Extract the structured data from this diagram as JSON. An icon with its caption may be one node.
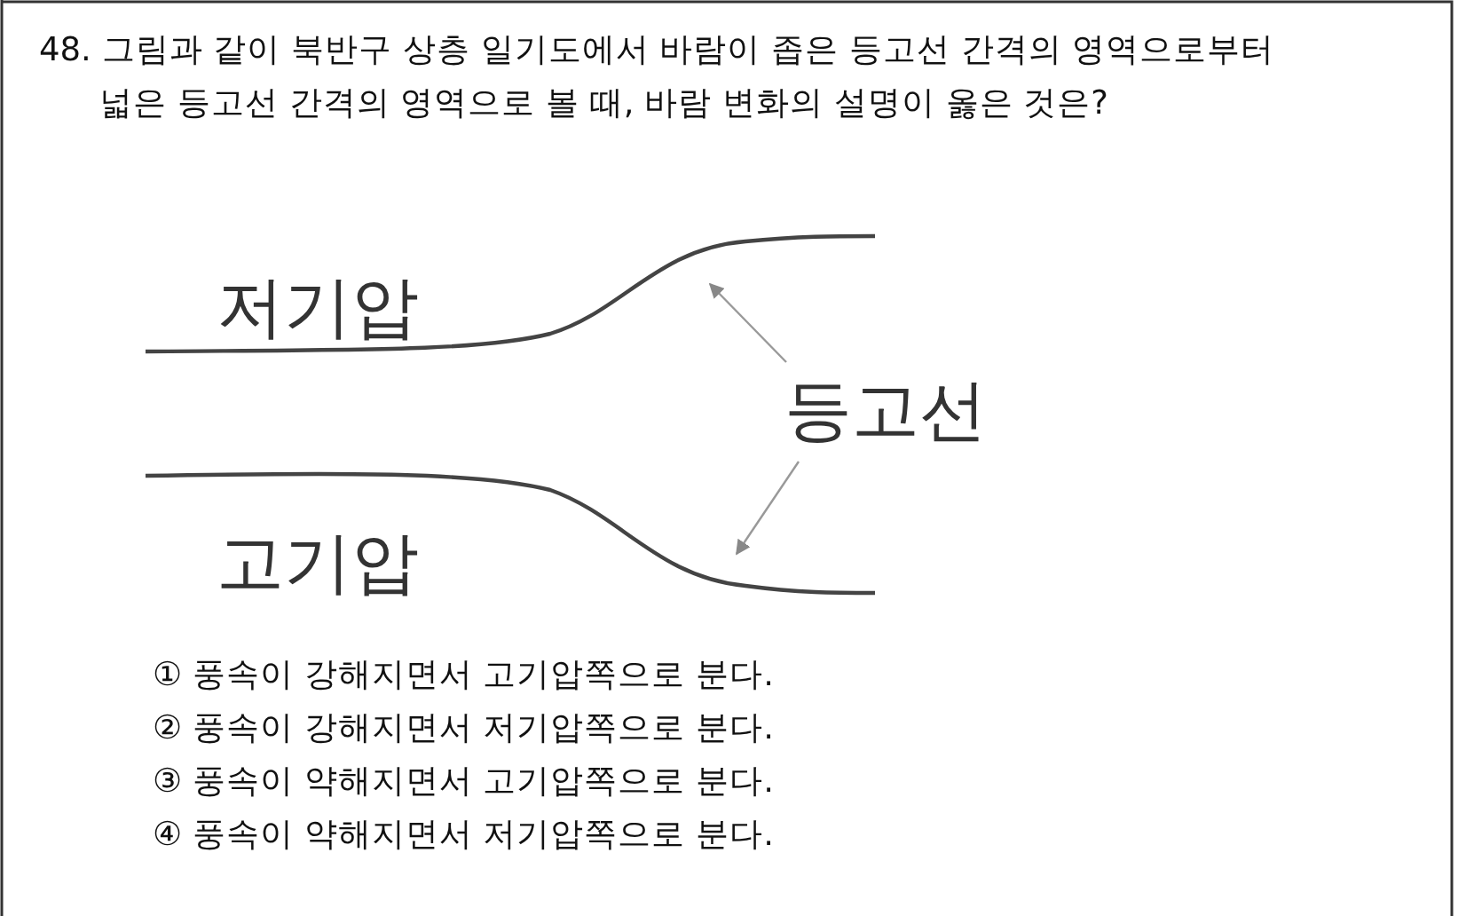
{
  "diagram": {
    "nodes": [
      {
        "text": [],
        "shape": "line"
      },
      {
        "text": [
          "등고선"
        ]
      },
      {
        "text": [],
        "shape": "line"
      }
    ],
    "edges": [
      {
        "from": 1,
        "to": 0,
        "arrow": "to"
      },
      {
        "from": 1,
        "to": 2,
        "arrow": "to"
      }
    ],
    "labels": [
      "48. 그림과 같이 북반구 상층 일기도에서 바람이 좁은 등고선 간격의 영역으로부터 넓은 등고선 간격의 영역으로 볼 때, 바람 변화의 설명이 옳은 것은?",
      "저기압",
      "고기압",
      "① 풍속이 강해지면서 고기압쪽으로 분다.",
      "② 풍속이 강해지면서 저기압쪽으로 분다.",
      "③ 풍속이 약해지면서 고기압쪽으로 분다.",
      "④ 풍속이 약해지면서 저기압쪽으로 분다."
    ]
  }
}
